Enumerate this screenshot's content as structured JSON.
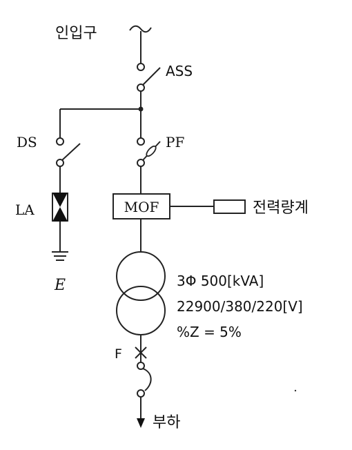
{
  "labels": {
    "inlet": "인입구",
    "ass": "ASS",
    "ds": "DS",
    "pf": "PF",
    "la": "LA",
    "mof": "MOF",
    "meter": "전력량계",
    "earth": "E",
    "transformer_phase": "3Φ 500[kVA]",
    "transformer_voltage": "22900/380/220[V]",
    "impedance": "%Z = 5%",
    "fault_point": "F",
    "load": "부하"
  },
  "icons": [
    "ac-source-icon",
    "switch-icon",
    "lightning-arrester-icon",
    "ground-icon",
    "transformer-icon",
    "fault-mark-icon",
    "arrow-down-icon"
  ]
}
